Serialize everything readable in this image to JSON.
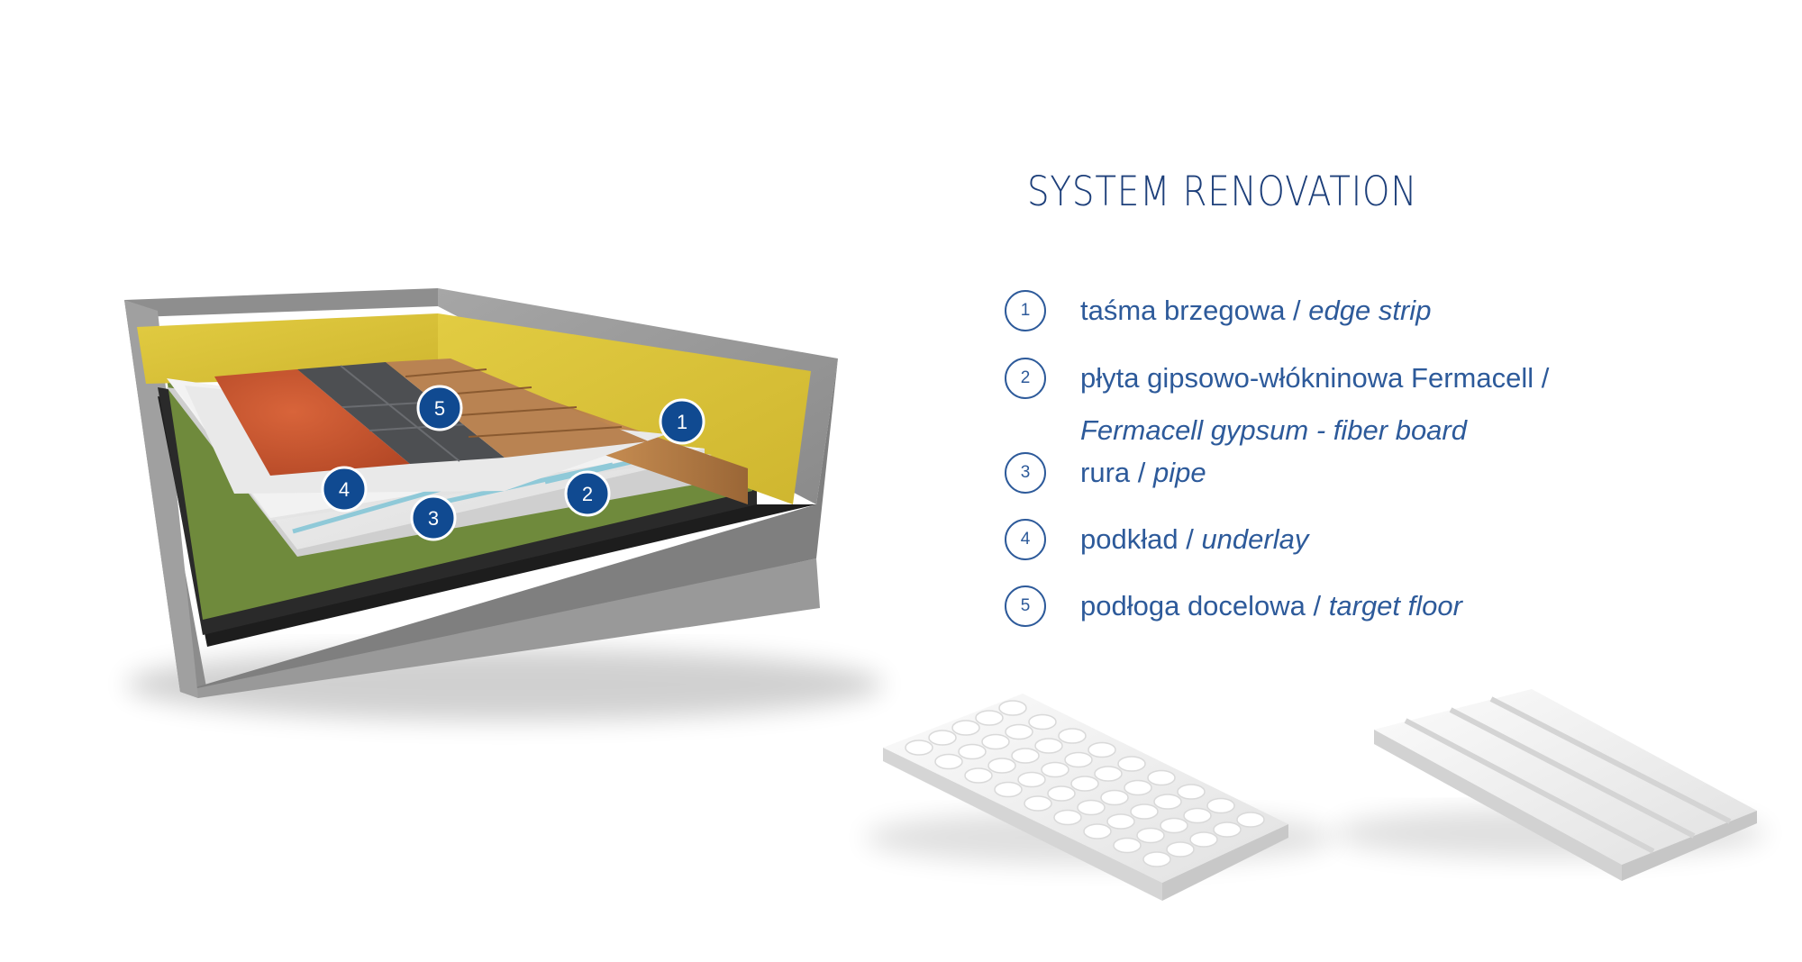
{
  "title": "SYSTEM RENOVATION",
  "legend": [
    {
      "num": "1",
      "pl": "taśma brzegowa / ",
      "en": "edge strip"
    },
    {
      "num": "2",
      "pl": "płyta gipsowo-włókninowa Fermacell / ",
      "en": "Fermacell gypsum - fiber board",
      "wrap": true
    },
    {
      "num": "3",
      "pl": "rura / ",
      "en": "pipe"
    },
    {
      "num": "4",
      "pl": "podkład / ",
      "en": "underlay"
    },
    {
      "num": "5",
      "pl": "podłoga docelowa / ",
      "en": "target floor"
    }
  ],
  "badges": [
    "1",
    "2",
    "3",
    "4",
    "5"
  ],
  "colors": {
    "accent": "#1d3f7a",
    "legend_text": "#2d5a9a",
    "badge_fill": "#104a91",
    "concrete": "#8c8c8c",
    "insulation_yellow": "#dcc53a",
    "terracotta": "#c7552f",
    "wood": "#b07a45",
    "tile": "#4d4f52",
    "green_mat": "#6f8a3c"
  }
}
